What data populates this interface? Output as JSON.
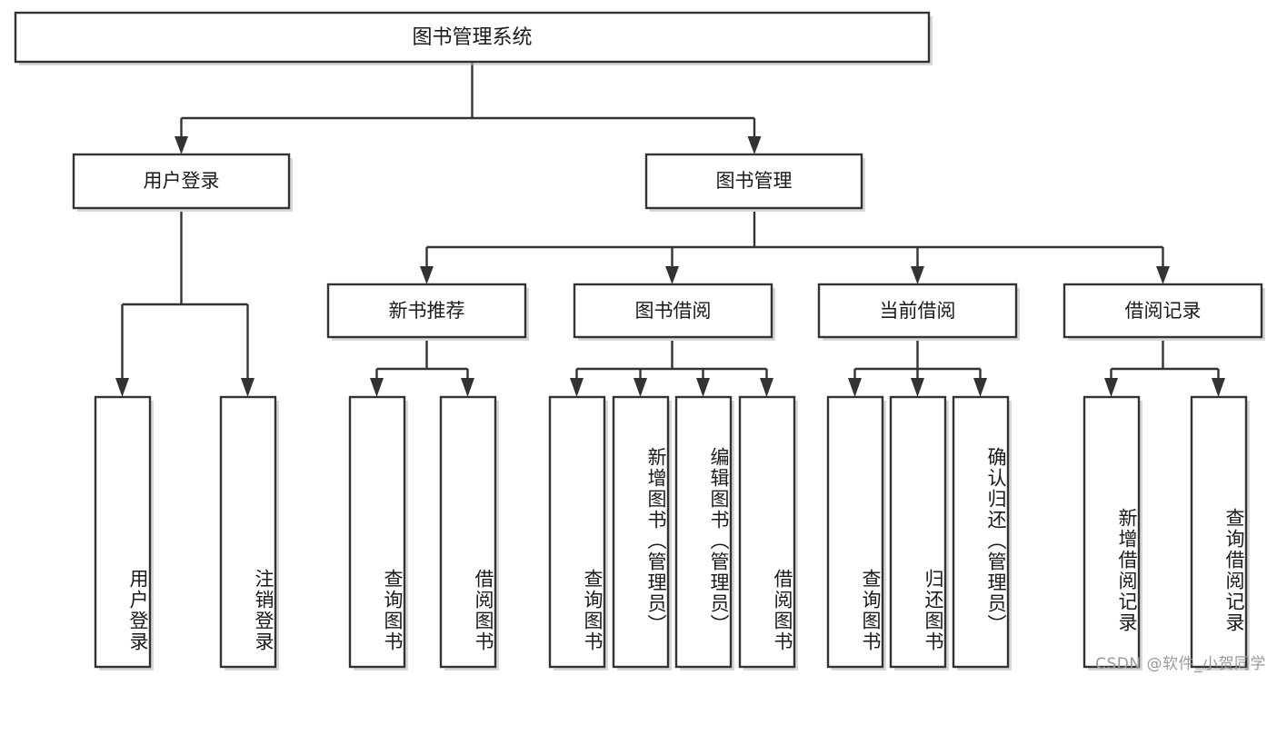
{
  "diagram": {
    "type": "tree-hierarchy",
    "title": "图书管理系统",
    "watermark": "CSDN @软件_小贺同学",
    "colors": {
      "box_fill": "#ffffff",
      "box_stroke": "#333333",
      "text": "#1a1a1a",
      "watermark": "#9a9a9a",
      "background": "#ffffff"
    },
    "root": {
      "label": "图书管理系统",
      "level": 0
    },
    "level1": [
      {
        "label": "用户登录",
        "level": 1
      },
      {
        "label": "图书管理",
        "level": 1
      }
    ],
    "level2": [
      {
        "label": "新书推荐",
        "parent": "图书管理",
        "level": 2
      },
      {
        "label": "图书借阅",
        "parent": "图书管理",
        "level": 2
      },
      {
        "label": "当前借阅",
        "parent": "图书管理",
        "level": 2
      },
      {
        "label": "借阅记录",
        "parent": "图书管理",
        "level": 2
      }
    ],
    "leaves": [
      {
        "label": "用户登录",
        "parent": "用户登录",
        "orientation": "vertical"
      },
      {
        "label": "注销登录",
        "parent": "用户登录",
        "orientation": "vertical"
      },
      {
        "label": "查询图书",
        "parent": "新书推荐",
        "orientation": "vertical"
      },
      {
        "label": "借阅图书",
        "parent": "新书推荐",
        "orientation": "vertical"
      },
      {
        "label": "查询图书",
        "parent": "图书借阅",
        "orientation": "vertical"
      },
      {
        "label": "新增图书（管理员）",
        "parent": "图书借阅",
        "orientation": "vertical"
      },
      {
        "label": "编辑图书（管理员）",
        "parent": "图书借阅",
        "orientation": "vertical"
      },
      {
        "label": "借阅图书",
        "parent": "图书借阅",
        "orientation": "vertical"
      },
      {
        "label": "查询图书",
        "parent": "当前借阅",
        "orientation": "vertical"
      },
      {
        "label": "归还图书",
        "parent": "当前借阅",
        "orientation": "vertical"
      },
      {
        "label": "确认归还（管理员）",
        "parent": "当前借阅",
        "orientation": "vertical"
      },
      {
        "label": "新增借阅记录",
        "parent": "借阅记录",
        "orientation": "vertical"
      },
      {
        "label": "查询借阅记录",
        "parent": "借阅记录",
        "orientation": "vertical"
      }
    ]
  }
}
